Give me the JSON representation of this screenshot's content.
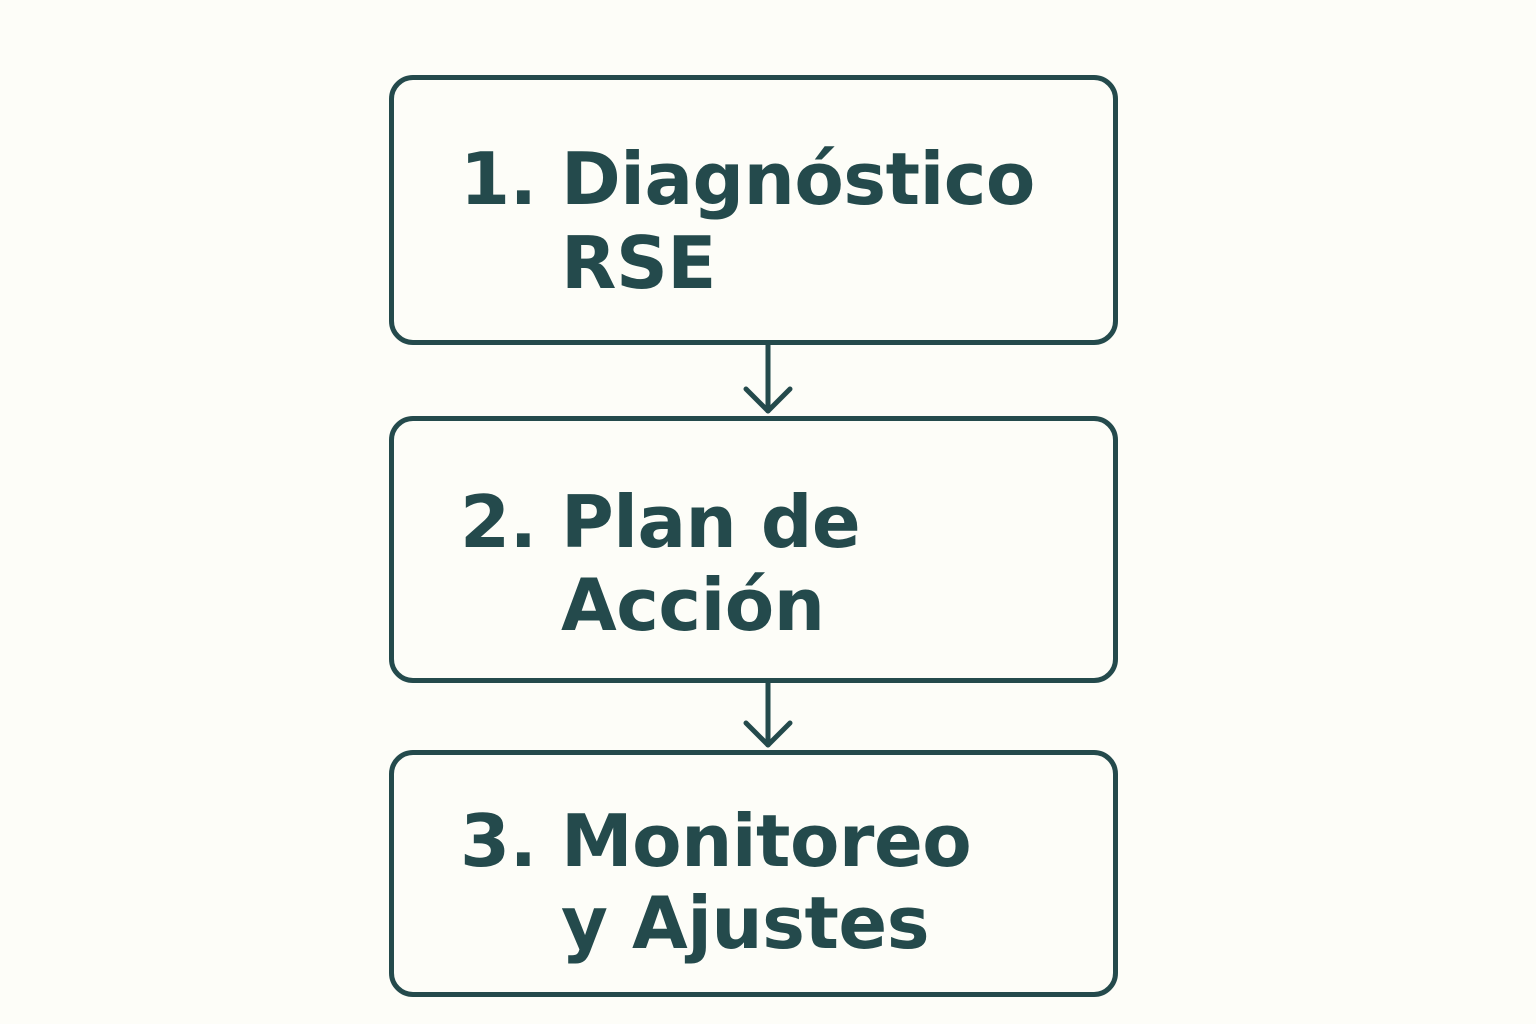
{
  "colors": {
    "background": "#fdfdf8",
    "stroke": "#244a4c",
    "text": "#244a4c"
  },
  "steps": [
    {
      "number": "1.",
      "lines": [
        "Diagnóstico",
        "RSE"
      ]
    },
    {
      "number": "2.",
      "lines": [
        "Plan de",
        "Acción"
      ]
    },
    {
      "number": "3.",
      "lines": [
        "Monitoreo",
        "y Ajustes"
      ]
    }
  ],
  "connectors": [
    {
      "from": "1.",
      "to": "2."
    },
    {
      "from": "2.",
      "to": "3."
    }
  ]
}
